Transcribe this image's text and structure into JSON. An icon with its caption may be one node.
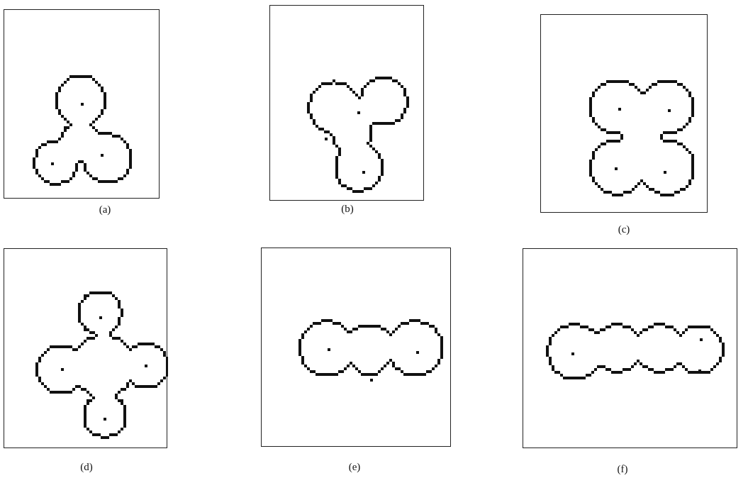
{
  "diagram": {
    "labels": [
      "(a)",
      "(b)",
      "(c)",
      "(d)",
      "(e)",
      "(f)"
    ]
  }
}
